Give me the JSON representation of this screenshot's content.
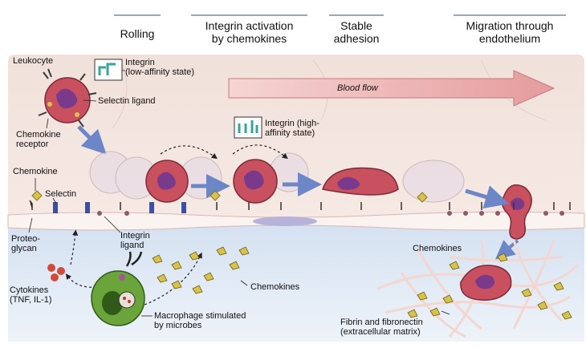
{
  "stages": [
    {
      "label": "Rolling"
    },
    {
      "label_line1": "Integrin activation",
      "label_line2": "by chemokines"
    },
    {
      "label_line1": "Stable",
      "label_line2": "adhesion"
    },
    {
      "label_line1": "Migration through",
      "label_line2": "endothelium"
    }
  ],
  "labels": {
    "leukocyte": "Leukocyte",
    "integrin_low_line1": "Integrin",
    "integrin_low_line2": "(low-affinity state)",
    "selectin_ligand": "Selectin ligand",
    "chemokine_receptor_line1": "Chemokine",
    "chemokine_receptor_line2": "receptor",
    "blood_flow": "Blood flow",
    "integrin_high_line1": "Integrin (high-",
    "integrin_high_line2": "affinity state)",
    "chemokine": "Chemokine",
    "selectin": "Selectin",
    "proteoglycan_line1": "Proteo-",
    "proteoglycan_line2": "glycan",
    "integrin_ligand_line1": "Integrin",
    "integrin_ligand_line2": "ligand",
    "cytokines_line1": "Cytokines",
    "cytokines_line2": "(TNF, IL-1)",
    "chemokines_mid": "Chemokines",
    "macrophage_line1": "Macrophage stimulated",
    "macrophage_line2": "by microbes",
    "chemokines_right": "Chemokines",
    "fibrin_line1": "Fibrin and fibronectin",
    "fibrin_line2": "(extracellular matrix)"
  },
  "colors": {
    "vessel": "#f3e2dc",
    "tissue": "#dfe8f4",
    "leukocyte": "#c9505f",
    "nucleus": "#7a3a8c",
    "macrophage": "#6aa43a",
    "chemokine": "#d8c24a",
    "arrow_blue": "#6c86c8",
    "flow_arrow": "#e8a3a3"
  },
  "icons": [
    "integrin-low-affinity-icon",
    "integrin-high-affinity-icon"
  ]
}
